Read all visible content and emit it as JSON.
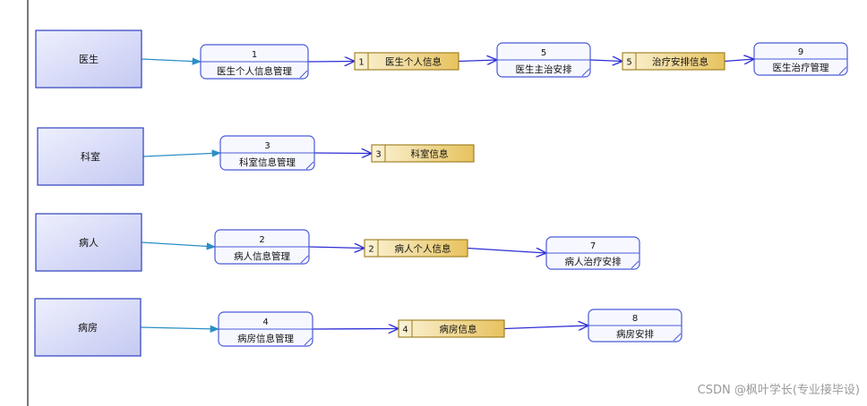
{
  "entities": [
    {
      "id": "doctor",
      "label": "医生"
    },
    {
      "id": "department",
      "label": "科室"
    },
    {
      "id": "patient",
      "label": "病人"
    },
    {
      "id": "ward",
      "label": "病房"
    }
  ],
  "processes": [
    {
      "id": "p1",
      "number": "1",
      "label": "医生个人信息管理"
    },
    {
      "id": "p5",
      "number": "5",
      "label": "医生主治安排"
    },
    {
      "id": "p9",
      "number": "9",
      "label": "医生治疗管理"
    },
    {
      "id": "p3",
      "number": "3",
      "label": "科室信息管理"
    },
    {
      "id": "p2",
      "number": "2",
      "label": "病人信息管理"
    },
    {
      "id": "p7",
      "number": "7",
      "label": "病人治疗安排"
    },
    {
      "id": "p4",
      "number": "4",
      "label": "病房信息管理"
    },
    {
      "id": "p8",
      "number": "8",
      "label": "病房安排"
    }
  ],
  "stores": [
    {
      "id": "s1",
      "number": "1",
      "label": "医生个人信息"
    },
    {
      "id": "s5",
      "number": "5",
      "label": "治疗安排信息"
    },
    {
      "id": "s3",
      "number": "3",
      "label": "科室信息"
    },
    {
      "id": "s2",
      "number": "2",
      "label": "病人个人信息"
    },
    {
      "id": "s4",
      "number": "4",
      "label": "病房信息"
    }
  ],
  "flows": [
    [
      "doctor",
      "p1"
    ],
    [
      "p1",
      "s1"
    ],
    [
      "s1",
      "p5"
    ],
    [
      "p5",
      "s5"
    ],
    [
      "s5",
      "p9"
    ],
    [
      "department",
      "p3"
    ],
    [
      "p3",
      "s3"
    ],
    [
      "patient",
      "p2"
    ],
    [
      "p2",
      "s2"
    ],
    [
      "s2",
      "p7"
    ],
    [
      "ward",
      "p4"
    ],
    [
      "p4",
      "s4"
    ],
    [
      "s4",
      "p8"
    ]
  ],
  "colors": {
    "entity_fill_top": "#eef0fd",
    "entity_fill_bottom": "#c4c9f2",
    "entity_stroke": "#2e3fbf",
    "process_fill": "#f7f8ff",
    "process_stroke": "#4a5ad8",
    "store_fill_left": "#fbf3d6",
    "store_fill_right": "#e7c25e",
    "store_stroke": "#9a7a1a",
    "entity_arrow": "#2a8fc6",
    "flow_arrow": "#2d2dd6"
  },
  "watermark": "CSDN @枫叶学长(专业接毕设)"
}
